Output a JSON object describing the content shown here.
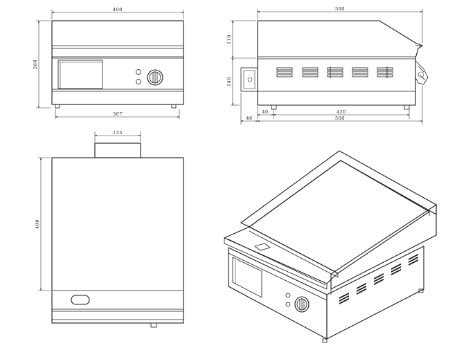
{
  "diagram": {
    "type": "technical-drawing",
    "views": [
      "front-view",
      "side-view",
      "top-view",
      "isometric-view"
    ]
  },
  "dimensions": {
    "front_width": "400",
    "front_height": "266",
    "front_inner_width": "367",
    "side_depth": "500",
    "side_upper_height": "110",
    "side_lower_height": "140",
    "side_rear_offset": "40",
    "side_feet_span": "420",
    "side_rear_overhang": "46",
    "side_total_depth": "500",
    "top_rear_width": "135",
    "top_depth": "400"
  }
}
